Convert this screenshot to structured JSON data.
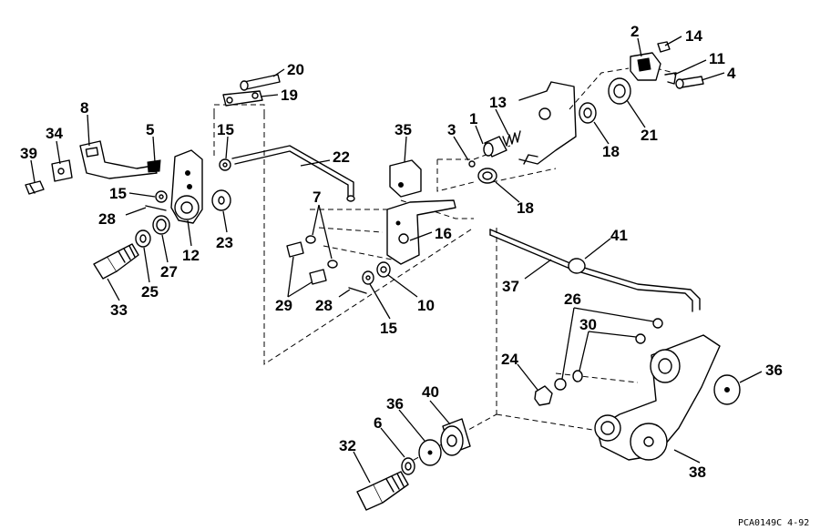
{
  "diagram": {
    "drawing_code": "PCA0149C 4-92",
    "callouts": [
      {
        "id": "c2",
        "text": "2"
      },
      {
        "id": "c14",
        "text": "14"
      },
      {
        "id": "c11",
        "text": "11"
      },
      {
        "id": "c4",
        "text": "4"
      },
      {
        "id": "c20",
        "text": "20"
      },
      {
        "id": "c19",
        "text": "19"
      },
      {
        "id": "c21",
        "text": "21"
      },
      {
        "id": "c8",
        "text": "8"
      },
      {
        "id": "c13",
        "text": "13"
      },
      {
        "id": "c1",
        "text": "1"
      },
      {
        "id": "c5",
        "text": "5"
      },
      {
        "id": "c34",
        "text": "34"
      },
      {
        "id": "c15a",
        "text": "15"
      },
      {
        "id": "c35",
        "text": "35"
      },
      {
        "id": "c3",
        "text": "3"
      },
      {
        "id": "c18a",
        "text": "18"
      },
      {
        "id": "c39",
        "text": "39"
      },
      {
        "id": "c22",
        "text": "22"
      },
      {
        "id": "c15b",
        "text": "15"
      },
      {
        "id": "c18b",
        "text": "18"
      },
      {
        "id": "c28a",
        "text": "28"
      },
      {
        "id": "c7",
        "text": "7"
      },
      {
        "id": "c23",
        "text": "23"
      },
      {
        "id": "c16",
        "text": "16"
      },
      {
        "id": "c41",
        "text": "41"
      },
      {
        "id": "c12",
        "text": "12"
      },
      {
        "id": "c27",
        "text": "27"
      },
      {
        "id": "c25",
        "text": "25"
      },
      {
        "id": "c37",
        "text": "37"
      },
      {
        "id": "c29",
        "text": "29"
      },
      {
        "id": "c28b",
        "text": "28"
      },
      {
        "id": "c10",
        "text": "10"
      },
      {
        "id": "c33",
        "text": "33"
      },
      {
        "id": "c26",
        "text": "26"
      },
      {
        "id": "c15c",
        "text": "15"
      },
      {
        "id": "c30",
        "text": "30"
      },
      {
        "id": "c24",
        "text": "24"
      },
      {
        "id": "c36a",
        "text": "36"
      },
      {
        "id": "c40",
        "text": "40"
      },
      {
        "id": "c36b",
        "text": "36"
      },
      {
        "id": "c6",
        "text": "6"
      },
      {
        "id": "c32",
        "text": "32"
      },
      {
        "id": "c38",
        "text": "38"
      }
    ]
  }
}
